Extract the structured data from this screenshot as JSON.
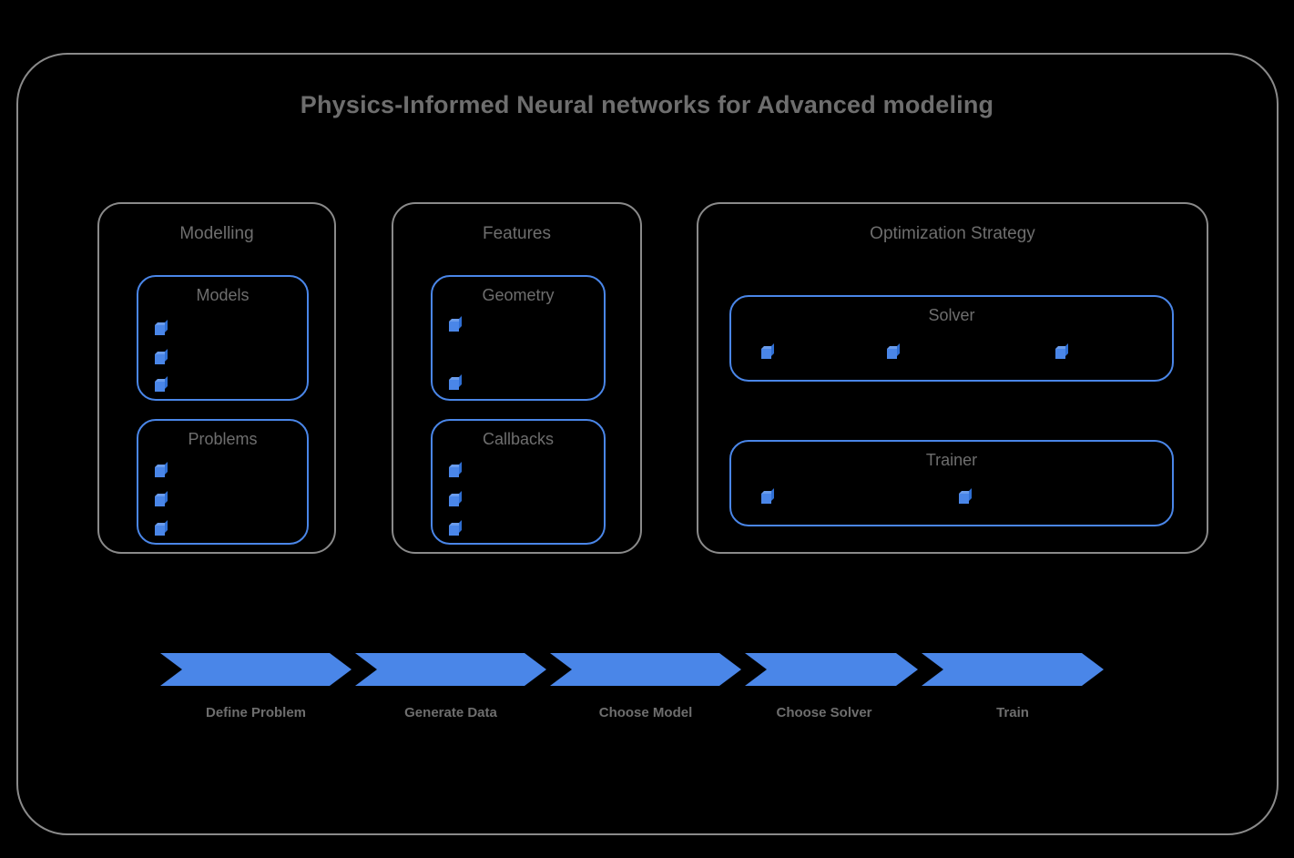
{
  "diagram": {
    "title": "Physics-Informed Neural networks for Advanced modeling",
    "accent_color": "#4a86e8",
    "outline_color": "#8a8a8a",
    "text_color": "#6e6e6e",
    "background_color": "#000000"
  },
  "groups": [
    {
      "name": "modelling",
      "title": "Modelling",
      "boxes": [
        {
          "name": "models",
          "title": "Models",
          "marker_count": 3,
          "marker_layout": "vertical"
        },
        {
          "name": "problems",
          "title": "Problems",
          "marker_count": 3,
          "marker_layout": "vertical"
        }
      ]
    },
    {
      "name": "features",
      "title": "Features",
      "boxes": [
        {
          "name": "geometry",
          "title": "Geometry",
          "marker_count": 2,
          "marker_layout": "vertical"
        },
        {
          "name": "callbacks",
          "title": "Callbacks",
          "marker_count": 3,
          "marker_layout": "vertical"
        }
      ]
    },
    {
      "name": "optimization",
      "title": "Optimization Strategy",
      "boxes": [
        {
          "name": "solver",
          "title": "Solver",
          "marker_count": 3,
          "marker_layout": "horizontal"
        },
        {
          "name": "trainer",
          "title": "Trainer",
          "marker_count": 2,
          "marker_layout": "horizontal"
        }
      ]
    }
  ],
  "pipeline": {
    "steps": [
      {
        "label": "Define Problem"
      },
      {
        "label": "Generate Data"
      },
      {
        "label": "Choose Model"
      },
      {
        "label": "Choose Solver"
      },
      {
        "label": "Train"
      }
    ]
  }
}
